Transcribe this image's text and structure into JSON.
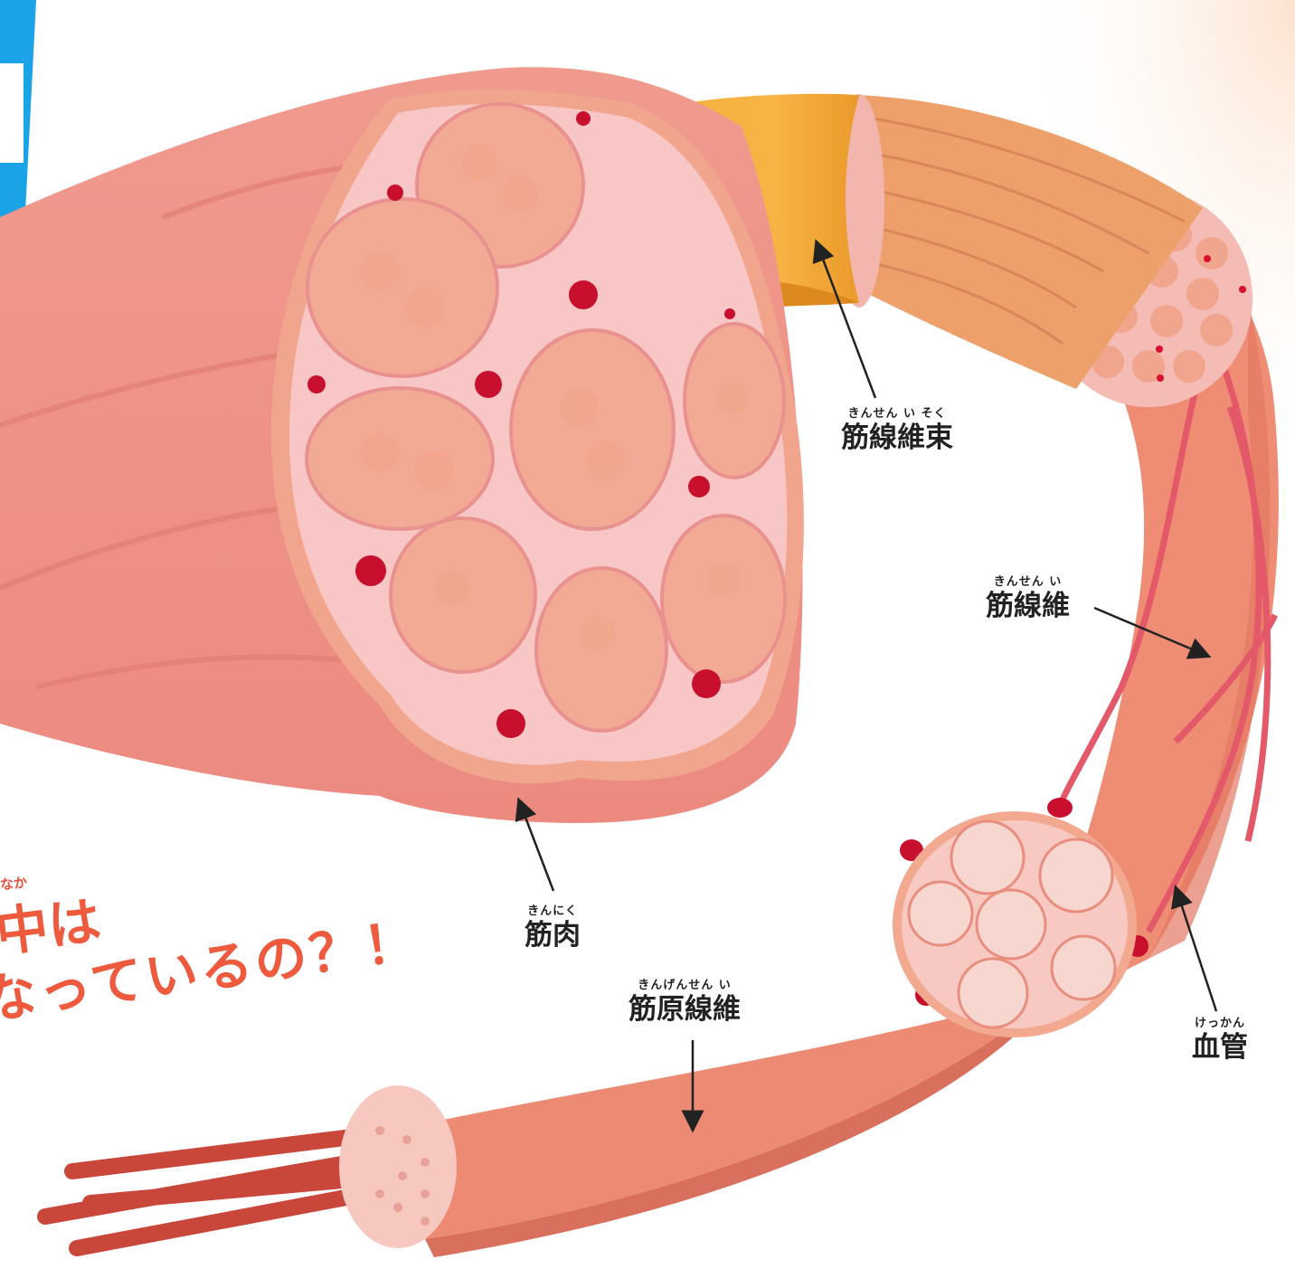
{
  "labels": {
    "fascicle": {
      "ruby": "きんせん い そく",
      "text": "筋線維束"
    },
    "fiber": {
      "ruby": "きんせん い",
      "text": "筋線維"
    },
    "muscle": {
      "ruby": "きんにく",
      "text": "筋肉"
    },
    "myofibril": {
      "ruby": "きんげんせん い",
      "text": "筋原線維"
    },
    "vessel": {
      "ruby": "けっかん",
      "text": "血管"
    }
  },
  "headline": {
    "ruby": "なか",
    "line1": "中は",
    "line2": "なっているの？！"
  },
  "colors": {
    "muscle": "#ee8f84",
    "muscle_light": "#f6c2c0",
    "fascicle_sheath": "#f2a533",
    "fiber": "#e98a6c",
    "vessel": "#c8102e",
    "title": "#ee5a3e",
    "banner": "#1aa3e6"
  }
}
